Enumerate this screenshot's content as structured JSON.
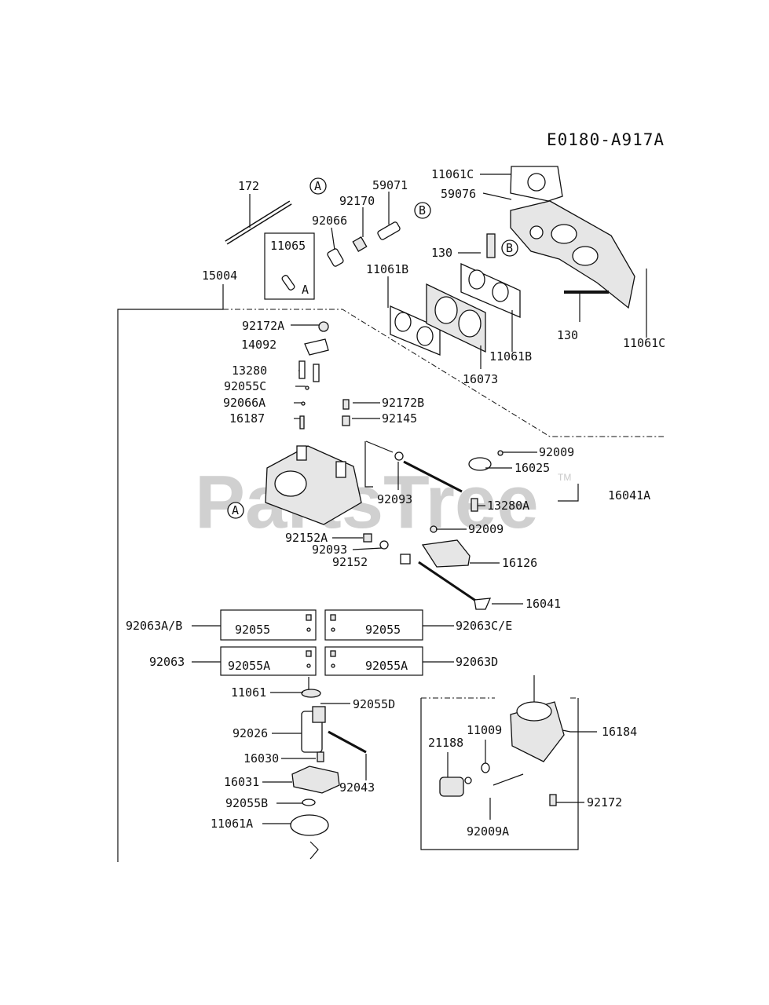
{
  "diagram_code": "E0180-A917A",
  "watermark": "PartsTree",
  "watermark_tm": "TM",
  "reference_markers": {
    "a": "A",
    "b": "B"
  },
  "part_labels": {
    "p172": "172",
    "p92170": "92170",
    "p59071": "59071",
    "p92066": "92066",
    "p11065": "11065",
    "p15004": "15004",
    "p11061c_top": "11061C",
    "p59076": "59076",
    "p130_top": "130",
    "p11061b_left": "11061B",
    "p11061b_right": "11061B",
    "p16073": "16073",
    "p130_right": "130",
    "p11061c_right": "11061C",
    "p92172a": "92172A",
    "p14092": "14092",
    "p13280": "13280",
    "p92055c": "92055C",
    "p92066a": "92066A",
    "p92172b": "92172B",
    "p16187": "16187",
    "p92145": "92145",
    "p92009_top": "92009",
    "p16025": "16025",
    "p92093_right": "92093",
    "p13280a": "13280A",
    "p16041a": "16041A",
    "p92009_mid": "92009",
    "p92152a": "92152A",
    "p92093_left": "92093",
    "p92152": "92152",
    "p16126": "16126",
    "p16041": "16041",
    "p92063ab": "92063A/B",
    "p92055_left": "92055",
    "p92055_right": "92055",
    "p92063ce": "92063C/E",
    "p92063": "92063",
    "p92055a_left": "92055A",
    "p92055a_right": "92055A",
    "p92063d": "92063D",
    "p11061": "11061",
    "p92055d": "92055D",
    "p92026": "92026",
    "p16030": "16030",
    "p16031": "16031",
    "p92043": "92043",
    "p92055b": "92055B",
    "p11061a": "11061A",
    "p11009": "11009",
    "p21188": "21188",
    "p16184": "16184",
    "p92172": "92172",
    "p92009a": "92009A"
  }
}
